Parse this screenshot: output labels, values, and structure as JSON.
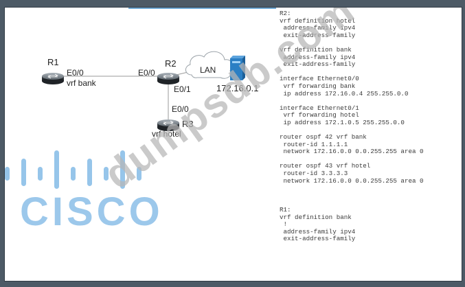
{
  "diagram": {
    "routers": [
      {
        "name": "R1",
        "interface": "E0/0",
        "vrf": "vrf bank"
      },
      {
        "name": "R2",
        "interface_left": "E0/0",
        "interface_down": "E0/1"
      },
      {
        "name": "R3",
        "interface": "E0/0",
        "vrf": "vrf hotel"
      }
    ],
    "lan_label": "LAN",
    "server_ip": "172.16.0.1"
  },
  "config_lines": [
    "R2:",
    "vrf definition hotel",
    " address-family ipv4",
    " exit-address-family",
    "",
    "vrf definition bank",
    " address-family ipv4",
    " exit-address-family",
    "",
    "interface Ethernet0/0",
    " vrf forwarding bank",
    " ip address 172.16.0.4 255.255.0.0",
    "",
    "interface Ethernet0/1",
    " vrf forwarding hotel",
    " ip address 172.1.0.5 255.255.0.0",
    "",
    "router ospf 42 vrf bank",
    " router-id 1.1.1.1",
    " network 172.16.0.0 0.0.255.255 area 0",
    "",
    "router ospf 43 vrf hotel",
    " router-id 3.3.3.3",
    " network 172.16.0.0 0.0.255.255 area 0",
    "",
    "",
    "",
    "R1:",
    "vrf definition bank",
    " !",
    " address-family ipv4",
    " exit-address-family"
  ],
  "logo_text": "CISCO",
  "watermark_text": "dumpsdb.com",
  "colors": {
    "background": "#4d5a66",
    "accent": "#6fa9d6",
    "logo": "#8bbfe8",
    "server": "#2b7fc4"
  }
}
